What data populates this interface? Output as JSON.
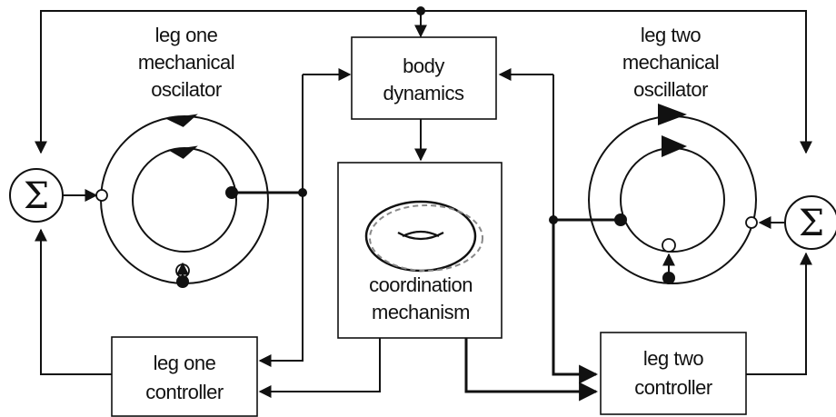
{
  "labels": {
    "leg_one_oscillator": [
      "leg one",
      "mechanical",
      "oscilator"
    ],
    "leg_two_oscillator": [
      "leg two",
      "mechanical",
      "oscillator"
    ],
    "body_dynamics": [
      "body",
      "dynamics"
    ],
    "coordination_mechanism": [
      "coordination",
      "mechanism"
    ],
    "leg_one_controller": [
      "leg one",
      "controller"
    ],
    "leg_two_controller": [
      "leg two",
      "controller"
    ],
    "sum_symbol": "Σ"
  }
}
